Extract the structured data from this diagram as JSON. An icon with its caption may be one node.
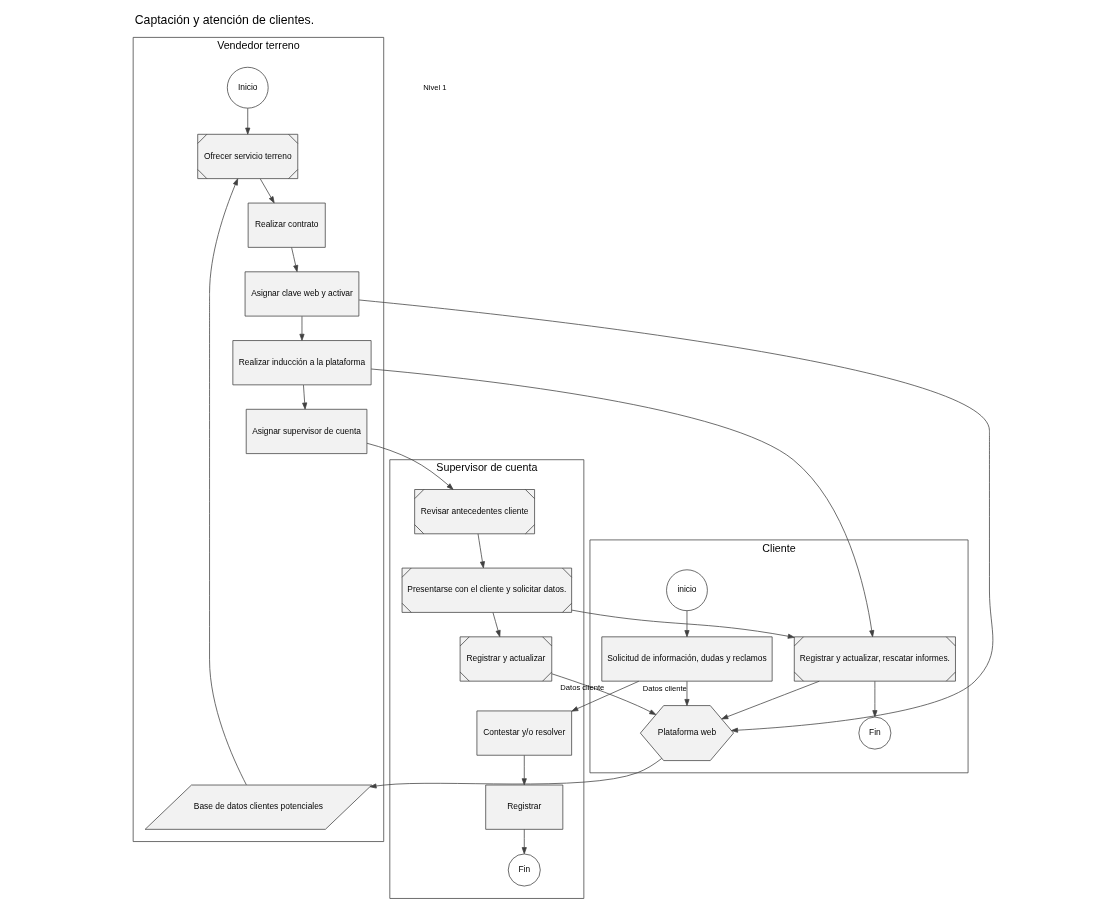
{
  "diagram": {
    "title": "Captación y atención de clientes.",
    "nodes": [
      {
        "text": [
          "Vendedor terreno"
        ]
      },
      {
        "text": [
          "Cliente"
        ]
      },
      {
        "text": [
          "Supervisor de cuenta"
        ]
      },
      {
        "text": [
          "Inicio"
        ],
        "in": 0
      },
      {
        "text": [
          "Ofrecer servicio terreno"
        ],
        "in": 0
      },
      {
        "text": [
          "Base de datos clientes potenciales"
        ],
        "in": 0
      },
      {
        "text": [
          "Realizar contrato"
        ],
        "in": 0
      },
      {
        "text": [
          "Asignar clave web y activar"
        ],
        "in": 0
      },
      {
        "text": [
          "Realizar inducción a la plataforma"
        ],
        "in": 0
      },
      {
        "text": [
          "Asignar supervisor de cuenta"
        ],
        "in": 0
      },
      {
        "text": [
          "inicio"
        ],
        "in": 1
      },
      {
        "text": [
          "Solicitud de información, dudas y reclamos"
        ],
        "in": 1
      },
      {
        "text": [
          "Plataforma web"
        ],
        "in": 1
      },
      {
        "text": [
          "Registrar y actualizar, rescatar informes."
        ],
        "in": 1
      },
      {
        "text": [
          "Fin"
        ],
        "in": 1
      },
      {
        "text": [
          "Fin"
        ],
        "in": 2
      },
      {
        "text": [
          "Registrar"
        ],
        "in": 2
      },
      {
        "text": [
          "Contestar y/o resolver"
        ],
        "in": 2
      },
      {
        "text": [
          "Registrar y actualizar"
        ],
        "in": 2
      },
      {
        "text": [
          "Presentarse con el cliente y solicitar datos."
        ],
        "in": 2
      },
      {
        "text": [
          "Revisar antecedentes cliente"
        ],
        "in": 2
      }
    ],
    "edges": [
      {
        "from": 3,
        "to": 4,
        "arrow": "to"
      },
      {
        "from": 5,
        "to": 4,
        "arrow": "to"
      },
      {
        "from": 4,
        "to": 6,
        "arrow": "to"
      },
      {
        "from": 6,
        "to": 7,
        "arrow": "to"
      },
      {
        "from": 7,
        "to": 12,
        "arrow": "to"
      },
      {
        "from": 7,
        "to": 8,
        "arrow": "to"
      },
      {
        "from": 8,
        "to": 13,
        "arrow": "to"
      },
      {
        "from": 8,
        "to": 9,
        "arrow": "to"
      },
      {
        "from": 9,
        "to": 20,
        "arrow": "to"
      },
      {
        "from": 10,
        "to": 11,
        "arrow": "to"
      },
      {
        "from": 11,
        "to": 12,
        "arrow": "to",
        "label": "Datos cliente"
      },
      {
        "from": 11,
        "to": 17,
        "arrow": "to"
      },
      {
        "from": 12,
        "to": 5,
        "arrow": "to"
      },
      {
        "from": 13,
        "to": 12,
        "arrow": "to"
      },
      {
        "from": 13,
        "to": 14,
        "arrow": "to"
      },
      {
        "from": 18,
        "to": 12,
        "arrow": "to",
        "label": "Datos cliente"
      },
      {
        "from": 17,
        "to": 16,
        "arrow": "to"
      },
      {
        "from": 16,
        "to": 15,
        "arrow": "to"
      },
      {
        "from": 20,
        "to": 19,
        "arrow": "to"
      },
      {
        "from": 19,
        "to": 18,
        "arrow": "to"
      },
      {
        "from": 19,
        "to": 13,
        "arrow": "to"
      }
    ],
    "labels": [
      "Nivel 1"
    ]
  }
}
